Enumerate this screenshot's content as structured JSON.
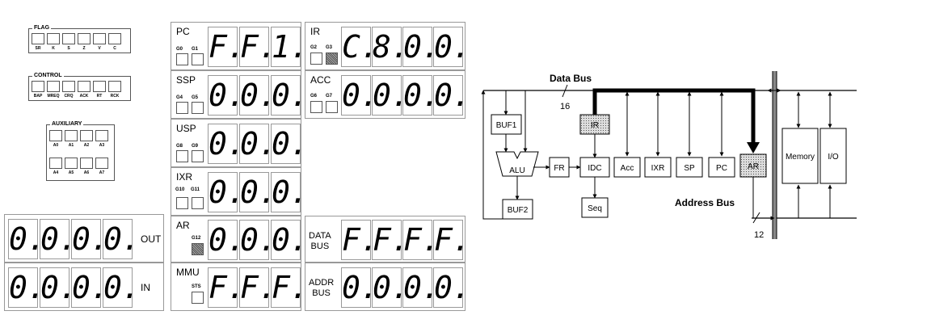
{
  "flag": {
    "title": "FLAG",
    "cells": [
      "SR",
      "K",
      "S",
      "Z",
      "V",
      "C"
    ]
  },
  "control": {
    "title": "CONTROL",
    "cells": [
      "BAP",
      "MREQ",
      "CRQ",
      "ACK",
      "RT",
      "RCK"
    ]
  },
  "auxiliary": {
    "title": "AUXILIARY",
    "row1": [
      "A0",
      "A1",
      "A2",
      "A3"
    ],
    "row2": [
      "A4",
      "A5",
      "A6",
      "A7"
    ]
  },
  "registers": {
    "pc": {
      "name": "PC",
      "gates": [
        "G0",
        "G1"
      ],
      "active": [
        false,
        false
      ],
      "digits": [
        "F.",
        "F.",
        "1."
      ]
    },
    "ssp": {
      "name": "SSP",
      "gates": [
        "G4",
        "G5"
      ],
      "active": [
        false,
        false
      ],
      "digits": [
        "0.",
        "0.",
        "0."
      ]
    },
    "usp": {
      "name": "USP",
      "gates": [
        "G8",
        "G9"
      ],
      "active": [
        false,
        false
      ],
      "digits": [
        "0.",
        "0.",
        "0."
      ]
    },
    "ixr": {
      "name": "IXR",
      "gates": [
        "G10",
        "G11"
      ],
      "active": [
        false,
        false
      ],
      "digits": [
        "0.",
        "0.",
        "0."
      ]
    },
    "ar": {
      "name": "AR",
      "gates": [
        "G12"
      ],
      "active": [
        true
      ],
      "digits": [
        "0.",
        "0.",
        "0."
      ]
    },
    "mmu": {
      "name": "MMU",
      "gates": [
        "STS"
      ],
      "active": [
        false
      ],
      "digits": [
        "F.",
        "F.",
        "F."
      ]
    },
    "ir": {
      "name": "IR",
      "gates": [
        "G2",
        "G3"
      ],
      "active": [
        false,
        true
      ],
      "digits": [
        "C.",
        "8.",
        "0.",
        "0."
      ]
    },
    "acc": {
      "name": "ACC",
      "gates": [
        "G6",
        "G7"
      ],
      "active": [
        false,
        false
      ],
      "digits": [
        "0.",
        "0.",
        "0.",
        "0."
      ]
    },
    "data_bus": {
      "name_line1": "DATA",
      "name_line2": "BUS",
      "digits": [
        "F.",
        "F.",
        "F.",
        "F."
      ]
    },
    "addr_bus": {
      "name_line1": "ADDR",
      "name_line2": "BUS",
      "digits": [
        "0.",
        "0.",
        "0.",
        "0."
      ]
    }
  },
  "io": {
    "out": {
      "label": "OUT",
      "digits": [
        "0.",
        "0.",
        "0.",
        "0."
      ]
    },
    "in": {
      "label": "IN",
      "digits": [
        "0.",
        "0.",
        "0.",
        "0."
      ]
    }
  },
  "diagram": {
    "data_bus_label": "Data Bus",
    "data_bus_width": "16",
    "address_bus_label": "Address Bus",
    "address_bus_width": "12",
    "blocks": {
      "buf1": "BUF1",
      "buf2": "BUF2",
      "alu": "ALU",
      "fr": "FR",
      "ir": "IR",
      "idc": "IDC",
      "seq": "Seq",
      "acc": "Acc",
      "ixr": "IXR",
      "sp": "SP",
      "pc": "PC",
      "ar": "AR",
      "memory": "Memory",
      "io": "I/O"
    }
  }
}
